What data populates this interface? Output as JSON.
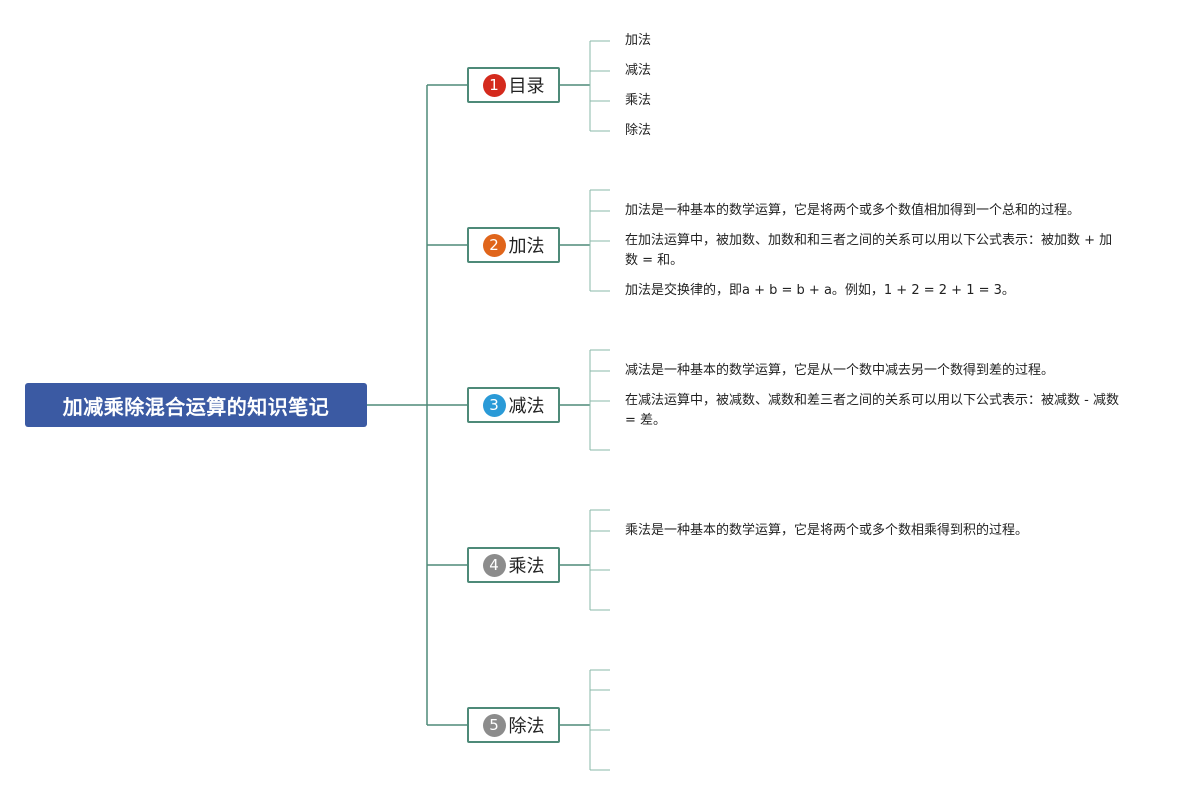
{
  "root": {
    "title": "加减乘除混合运算的知识笔记"
  },
  "colors": {
    "root": "#3b5aa3",
    "branch_border": "#4e8a78",
    "connector": "#4e8a78",
    "leaf_connector": "#8ab8a8"
  },
  "branches": [
    {
      "number": "1",
      "label": "目录",
      "badge_color": "#d42a1d",
      "leaves": [
        "加法",
        "减法",
        "乘法",
        "除法"
      ]
    },
    {
      "number": "2",
      "label": "加法",
      "badge_color": "#e0651b",
      "leaves": [
        "",
        "加法是一种基本的数学运算，它是将两个或多个数值相加得到一个总和的过程。",
        "在加法运算中，被加数、加数和和三者之间的关系可以用以下公式表示：被加数 + 加数 = 和。",
        "加法是交换律的，即a + b = b + a。例如，1 + 2 = 2 + 1 = 3。"
      ]
    },
    {
      "number": "3",
      "label": "减法",
      "badge_color": "#2a9ad7",
      "leaves": [
        "",
        "减法是一种基本的数学运算，它是从一个数中减去另一个数得到差的过程。",
        "在减法运算中，被减数、减数和差三者之间的关系可以用以下公式表示：被减数 - 减数 = 差。",
        ""
      ]
    },
    {
      "number": "4",
      "label": "乘法",
      "badge_color": "#8c8c8c",
      "leaves": [
        "",
        "乘法是一种基本的数学运算，它是将两个或多个数相乘得到积的过程。",
        "",
        ""
      ]
    },
    {
      "number": "5",
      "label": "除法",
      "badge_color": "#8c8c8c",
      "leaves": [
        "",
        "",
        "",
        ""
      ]
    }
  ]
}
